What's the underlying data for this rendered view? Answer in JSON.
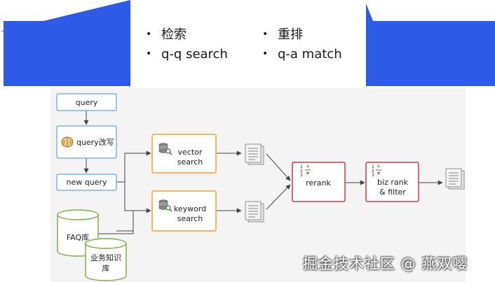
{
  "slide": {
    "bullets": [
      "检索",
      "重排",
      "q-q search",
      "q-a match"
    ],
    "bullet_glyph": "•"
  },
  "diagram": {
    "nodes": {
      "query": "query",
      "query_rewrite": "query改写",
      "new_query": "new query",
      "vector_search": [
        "vector",
        "search"
      ],
      "keyword_search": [
        "keyword",
        "search"
      ],
      "rerank": "rerank",
      "biz_rank": [
        "biz rank",
        "& filter"
      ],
      "faq_db": "FAQ库",
      "kb_db": [
        "业务知识",
        "库"
      ]
    },
    "rank_digits": [
      "1",
      "2",
      "3"
    ],
    "icons": [
      "brain-icon",
      "database-search-icon",
      "document-icon",
      "rank-list-icon"
    ]
  },
  "watermark": "掘金技术社区 @ 燕双嘤",
  "colors": {
    "banner_blue": "#2d5ae6",
    "light_blue_border": "#7fb2e5",
    "orange_border": "#f5a023",
    "red_border": "#d0384a",
    "green_border": "#7bb342",
    "arrow": "#444444",
    "diagram_bg": "#f4f4f4"
  }
}
